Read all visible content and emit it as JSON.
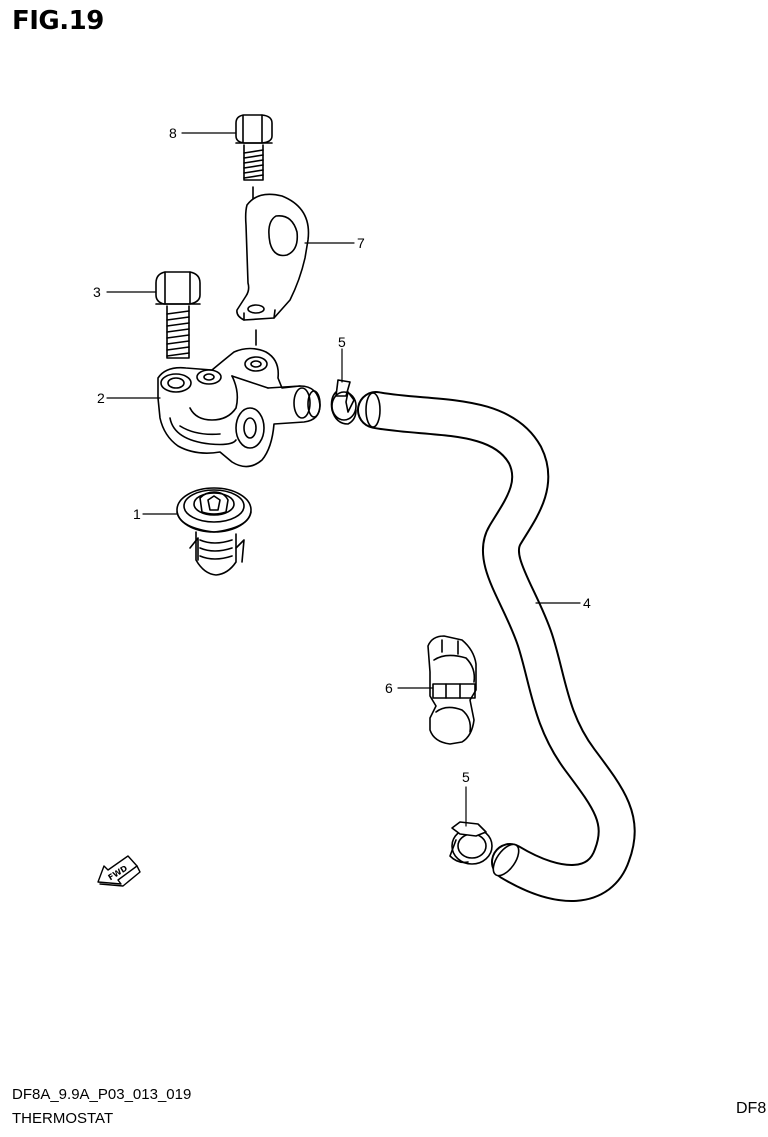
{
  "figure": {
    "title": "FIG.19",
    "code": "DF8A_9.9A_P03_013_019",
    "name": "THERMOSTAT",
    "right_edge_text": "DF8"
  },
  "callouts": {
    "thermostat": "1",
    "thermostat_cover": "2",
    "cover_bolt": "3",
    "water_hose": "4",
    "hose_clip_upper": "5",
    "hose_clip_lower": "5",
    "hose_clamp": "6",
    "bracket": "7",
    "bracket_bolt": "8"
  },
  "fwd_arrow": {
    "label": "FWD"
  }
}
